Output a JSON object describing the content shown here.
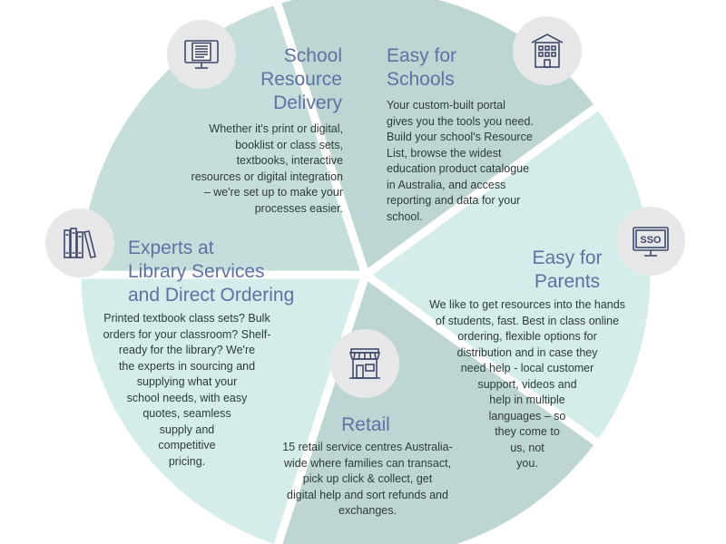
{
  "colors": {
    "segment_light": "#d4ecea",
    "segment_mid": "#c5dedb",
    "segment_dark": "#bdd6d3",
    "title": "#5e72a3",
    "body_text": "#2e3b3b",
    "icon_bg": "#e7e7ea",
    "icon_stroke": "#3f4a6b"
  },
  "segments": [
    {
      "icon": "monitor-document-icon",
      "title": [
        "School",
        "Resource",
        "Delivery"
      ],
      "body": [
        "Whether it's print or digital,",
        "booklist or class sets,",
        "textbooks, interactive",
        "resources or digital integration",
        "– we're set up to make your",
        "processes easier."
      ]
    },
    {
      "icon": "school-building-icon",
      "title": [
        "Easy for",
        "Schools"
      ],
      "body": [
        "Your custom-built portal",
        "gives you the tools you need.",
        "Build your school's Resource",
        "List, browse the widest",
        "education product catalogue",
        "in Australia, and access",
        "reporting and data for your",
        "school."
      ]
    },
    {
      "icon": "sso-monitor-icon",
      "icon_text": "SSO",
      "title": [
        "Easy for",
        "Parents"
      ],
      "body": [
        "We like to get resources into the hands",
        "of students, fast. Best in class online",
        "ordering, flexible options for",
        "distribution and in case they",
        "need help - local customer",
        "support, videos and",
        "help in multiple",
        "languages – so",
        "they come to",
        "us, not",
        "you."
      ]
    },
    {
      "icon": "storefront-icon",
      "title": [
        "Retail"
      ],
      "body": [
        "15 retail service centres Australia-",
        "wide where families can transact,",
        "pick up click & collect, get",
        "digital help and sort refunds and",
        "exchanges."
      ]
    },
    {
      "icon": "books-icon",
      "title": [
        "Experts at",
        "Library Services",
        "and Direct Ordering"
      ],
      "body": [
        "Printed textbook class sets? Bulk",
        "orders for your classroom? Shelf-",
        "ready for the library? We're",
        "the experts in sourcing and",
        "supplying what your",
        "school needs, with easy",
        "quotes, seamless",
        "supply and",
        "competitive",
        "pricing."
      ]
    }
  ]
}
